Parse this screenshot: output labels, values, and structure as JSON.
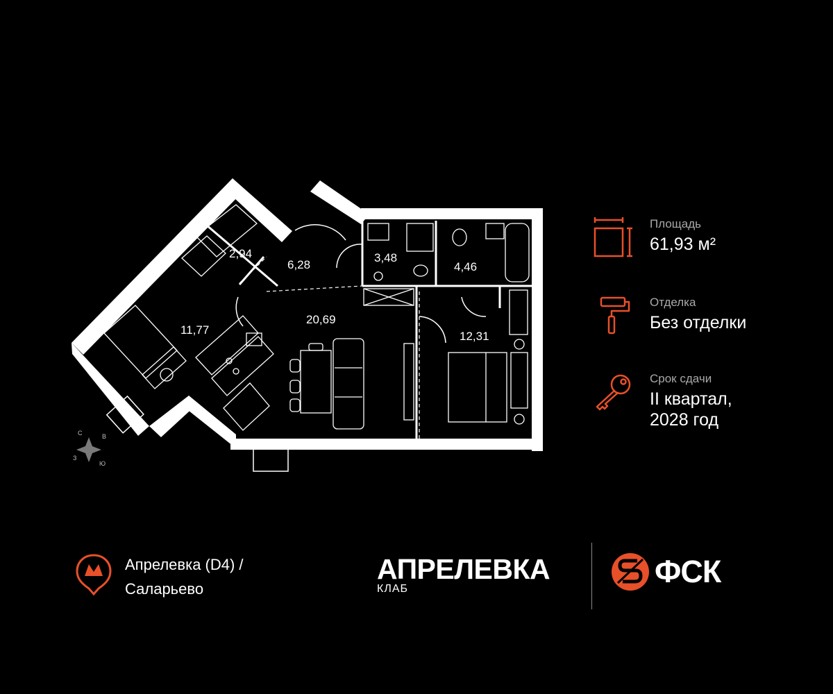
{
  "accent_color": "#e8502a",
  "plan": {
    "rooms": [
      {
        "id": "storage",
        "area": "2,94"
      },
      {
        "id": "hall",
        "area": "6,28"
      },
      {
        "id": "bath-1",
        "area": "3,48"
      },
      {
        "id": "bath-2",
        "area": "4,46"
      },
      {
        "id": "bedroom-1",
        "area": "11,77"
      },
      {
        "id": "living",
        "area": "20,69"
      },
      {
        "id": "bedroom-2",
        "area": "12,31"
      }
    ],
    "compass": {
      "north": "С",
      "east": "В",
      "west": "З",
      "south": "Ю"
    }
  },
  "info": {
    "area": {
      "label": "Площадь",
      "value": "61,93 м²",
      "icon": "floor-area-icon"
    },
    "finish": {
      "label": "Отделка",
      "value": "Без отделки",
      "icon": "paint-roller-icon"
    },
    "delivery": {
      "label": "Срок сдачи",
      "value_line1": "II квартал,",
      "value_line2": "2028 год",
      "icon": "key-icon"
    }
  },
  "metro": {
    "icon": "metro-pin-icon",
    "line1": "Апрелевка (D4)  /",
    "line2": "Саларьево"
  },
  "brand": {
    "name": "АПРЕЛЕВКА",
    "sub": "КЛАБ"
  },
  "developer": {
    "name": "ФСК",
    "icon": "fsk-logo-icon"
  }
}
